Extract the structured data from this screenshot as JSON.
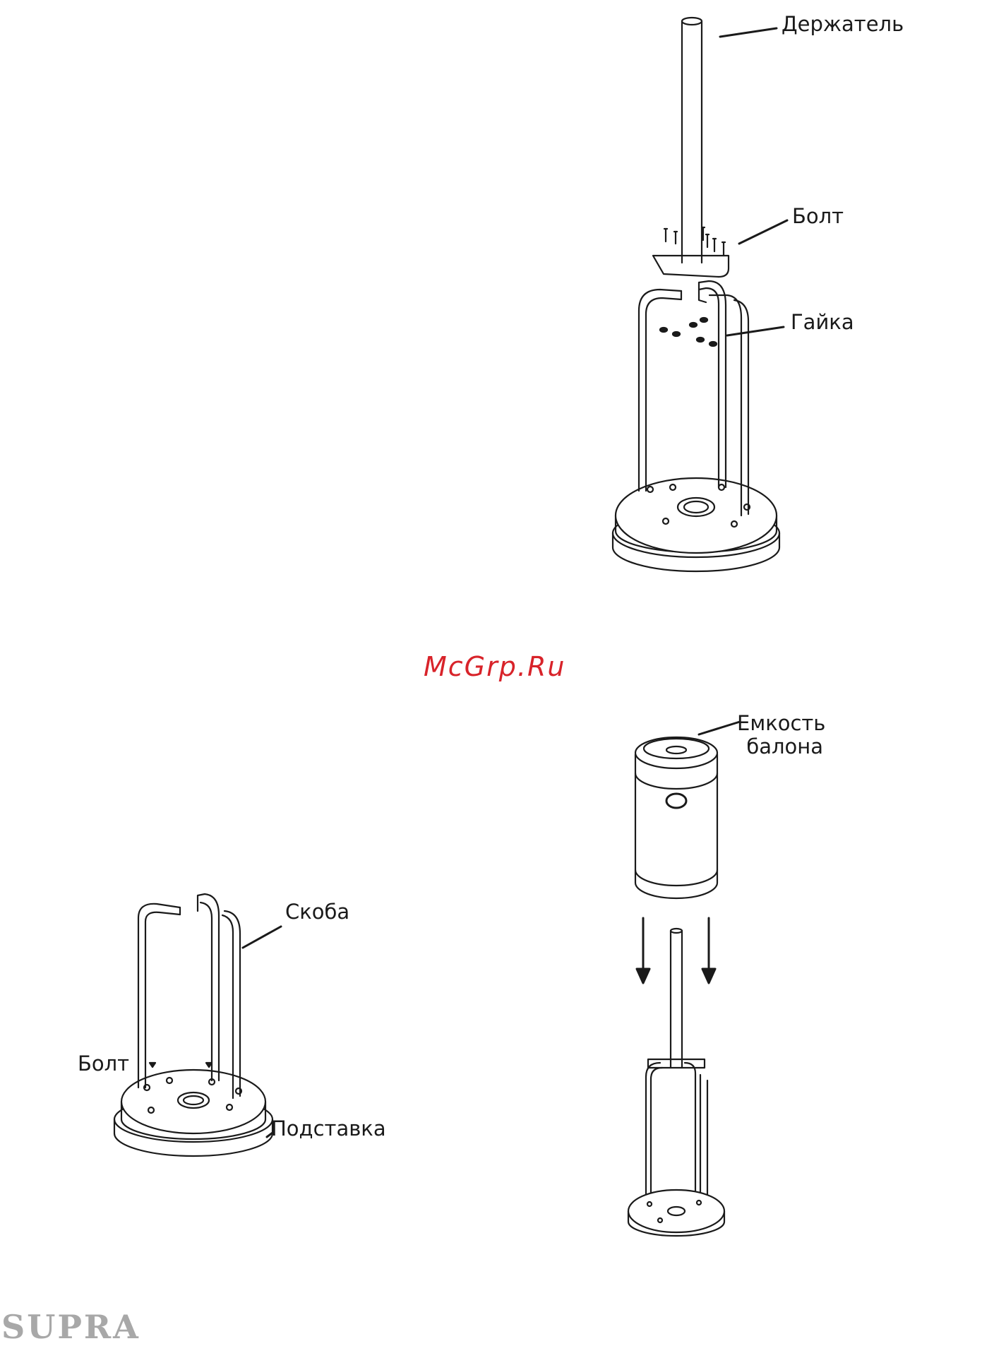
{
  "watermark": "McGrp.Ru",
  "brand": "SUPRA",
  "figure1": {
    "label_holder": "Держатель",
    "label_bolt": "Болт",
    "label_nut": "Гайка"
  },
  "figure2": {
    "label_bracket": "Скоба",
    "label_bolt": "Болт",
    "label_base": "Подставка"
  },
  "figure3": {
    "label_tank_line1": "Емкость",
    "label_tank_line2": "балона"
  }
}
